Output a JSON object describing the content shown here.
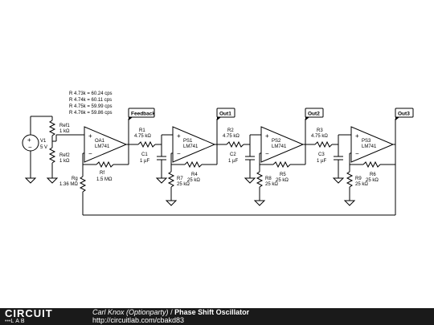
{
  "annotation": {
    "lines": [
      "R 4.73k = 60.24 cps",
      "R 4.74k = 60.11 cps",
      "R 4.75k = 59.99 cps",
      "R 4.76k = 59.86 cps"
    ]
  },
  "flags": {
    "feedback": "Feedback",
    "out1": "Out1",
    "out2": "Out2",
    "out3": "Out3"
  },
  "source": {
    "name": "V1",
    "value": "5 V"
  },
  "resistors": {
    "ref1": {
      "name": "Ref1",
      "value": "1 kΩ"
    },
    "ref2": {
      "name": "Ref2",
      "value": "1 kΩ"
    },
    "rg": {
      "name": "Rg",
      "value": "1.36 MΩ"
    },
    "rf": {
      "name": "Rf",
      "value": "1.5 MΩ"
    },
    "r1": {
      "name": "R1",
      "value": "4.75 kΩ"
    },
    "r2": {
      "name": "R2",
      "value": "4.75 kΩ"
    },
    "r3": {
      "name": "R3",
      "value": "4.75 kΩ"
    },
    "r4": {
      "name": "R4",
      "value": "25 kΩ"
    },
    "r5": {
      "name": "R5",
      "value": "25 kΩ"
    },
    "r6": {
      "name": "R6",
      "value": "25 kΩ"
    },
    "r7": {
      "name": "R7",
      "value": "25 kΩ"
    },
    "r8": {
      "name": "R8",
      "value": "25 kΩ"
    },
    "r9": {
      "name": "R9",
      "value": "25 kΩ"
    }
  },
  "capacitors": {
    "c1": {
      "name": "C1",
      "value": "1 µF"
    },
    "c2": {
      "name": "C2",
      "value": "1 µF"
    },
    "c3": {
      "name": "C3",
      "value": "1 µF"
    }
  },
  "opamps": {
    "oa1": {
      "name": "OA1",
      "part": "LM741"
    },
    "ps1": {
      "name": "PS1",
      "part": "LM741"
    },
    "ps2": {
      "name": "PS2",
      "part": "LM741"
    },
    "ps3": {
      "name": "PS3",
      "part": "LM741"
    }
  },
  "footer": {
    "logo_top": "CIRCUIT",
    "logo_dots": "•••",
    "logo_bottom": "LAB",
    "author": "Carl Knox (Optionparty)",
    "separator": "/",
    "title": "Phase Shift Oscillator",
    "url": "http://circuitlab.com/cbakd83"
  },
  "colors": {
    "footer_bg": "#1a1a1a",
    "ink": "#000000"
  }
}
